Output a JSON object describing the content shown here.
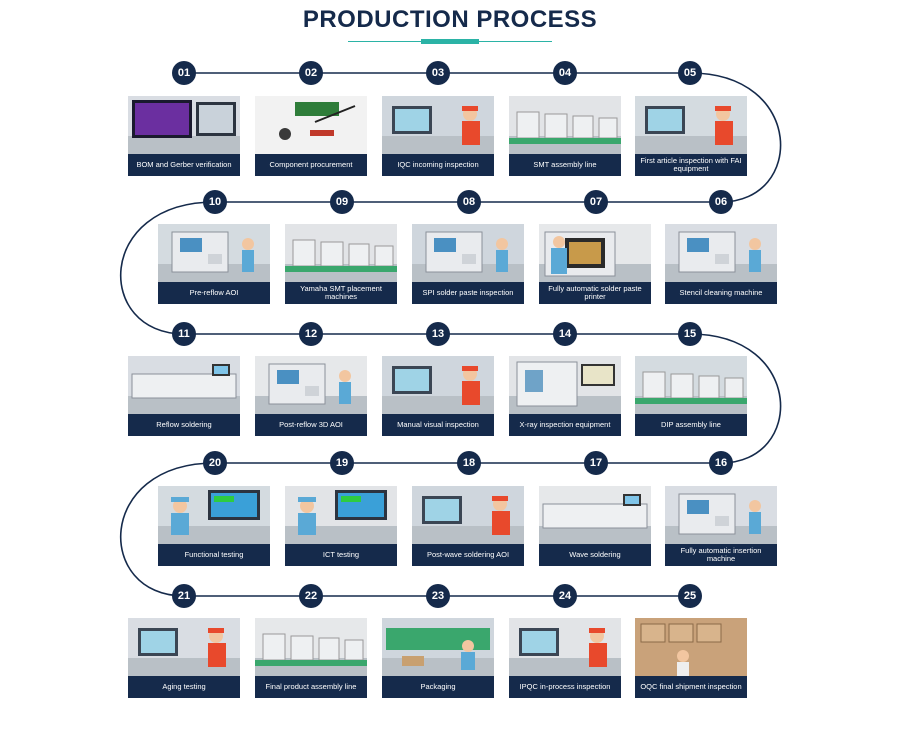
{
  "title": "PRODUCTION PROCESS",
  "colors": {
    "navy": "#152a4b",
    "accent": "#2bb3a6"
  },
  "steps": [
    {
      "num": "01",
      "label": "BOM and Gerber verification",
      "icon": "pcb-design-screen-icon"
    },
    {
      "num": "02",
      "label": "Component procurement",
      "icon": "components-icon"
    },
    {
      "num": "03",
      "label": "IQC incoming inspection",
      "icon": "inspector-icon"
    },
    {
      "num": "04",
      "label": "SMT assembly line",
      "icon": "assembly-line-icon"
    },
    {
      "num": "05",
      "label": "First article inspection with FAI equipment",
      "icon": "inspector-icon"
    },
    {
      "num": "06",
      "label": "Stencil cleaning machine",
      "icon": "machine-icon"
    },
    {
      "num": "07",
      "label": "Fully automatic solder paste printer",
      "icon": "printer-icon"
    },
    {
      "num": "08",
      "label": "SPI solder paste inspection",
      "icon": "machine-icon"
    },
    {
      "num": "09",
      "label": "Yamaha SMT placement machines",
      "icon": "assembly-line-icon"
    },
    {
      "num": "10",
      "label": "Pre-reflow AOI",
      "icon": "machine-icon"
    },
    {
      "num": "11",
      "label": "Reflow soldering",
      "icon": "oven-icon"
    },
    {
      "num": "12",
      "label": "Post-reflow 3D AOI",
      "icon": "machine-icon"
    },
    {
      "num": "13",
      "label": "Manual visual inspection",
      "icon": "inspector-icon"
    },
    {
      "num": "14",
      "label": "X-ray inspection equipment",
      "icon": "xray-icon"
    },
    {
      "num": "15",
      "label": "DIP assembly line",
      "icon": "assembly-line-icon"
    },
    {
      "num": "16",
      "label": "Fully automatic insertion machine",
      "icon": "machine-icon"
    },
    {
      "num": "17",
      "label": "Wave soldering",
      "icon": "oven-icon"
    },
    {
      "num": "18",
      "label": "Post-wave soldering AOI",
      "icon": "inspector-icon"
    },
    {
      "num": "19",
      "label": "ICT testing",
      "icon": "test-station-icon"
    },
    {
      "num": "20",
      "label": "Functional testing",
      "icon": "test-station-icon"
    },
    {
      "num": "21",
      "label": "Aging testing",
      "icon": "inspector-icon"
    },
    {
      "num": "22",
      "label": "Final product assembly line",
      "icon": "assembly-line-icon"
    },
    {
      "num": "23",
      "label": "Packaging",
      "icon": "packaging-icon"
    },
    {
      "num": "24",
      "label": "IPQC in-process inspection",
      "icon": "inspector-icon"
    },
    {
      "num": "25",
      "label": "OQC final shipment inspection",
      "icon": "boxes-icon"
    }
  ]
}
